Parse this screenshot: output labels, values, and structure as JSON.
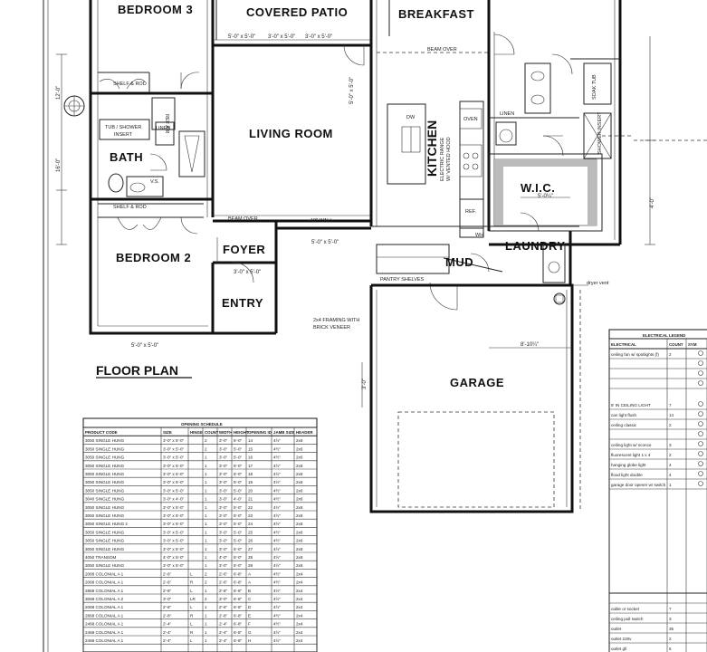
{
  "rooms": {
    "bedroom3": "BEDROOM 3",
    "covered_patio": "COVERED PATIO",
    "breakfast": "BREAKFAST",
    "living_room": "LIVING ROOM",
    "kitchen": "KITCHEN",
    "bath": "BATH",
    "wic": "W.I.C.",
    "bedroom2": "BEDROOM 2",
    "foyer": "FOYER",
    "entry": "ENTRY",
    "mud": "MUD",
    "laundry": "LAUNDRY",
    "garage": "GARAGE"
  },
  "labels": {
    "floor_plan": "FLOOR PLAN",
    "beam_over_top": "BEAM OVER",
    "beam_over_mid": "BEAM OVER",
    "wall_10": "10\" WALL",
    "framing": "2x4 FRAMING WITH",
    "brick_veneer": "BRICK VENEER",
    "pantry_shelves": "PANTRY SHELVES",
    "dryer_vent": "dryer vent",
    "shelf_rod_1": "SHELF & ROD",
    "shelf_rod_2": "SHELF & ROD",
    "linen_1": "LINEN",
    "linen_2": "LINEN",
    "tub_shower": "TUB / SHOWER",
    "insert": "INSERT",
    "ref_air": "REF AIR",
    "dw": "DW",
    "oven": "OVEN",
    "ref": "REF.",
    "electric_range": "ELECTRIC RANGE",
    "vented_hood": "W/ VENTED HOOD",
    "soak_tub": "SOAK TUB",
    "shower_insert": "SHOWER INSERT",
    "wic_dim": "5'-0¼\"",
    "garage_dim": "8'-10¼\"",
    "vs_label": "V.S.",
    "wh": "WH",
    "dims": {
      "d1": "5'-0\" x 5'-0\"",
      "d2": "3'-0\" x 5'-0\"",
      "d3": "3'-0\" x 5'-0\"",
      "d4": "5'-0\" x 5'-0\"",
      "d5": "3'-0\" x 5'-0\"",
      "d6": "5'-0\" x 5'-0\"",
      "d7": "12'-0\"",
      "d8": "16'-0\"",
      "d9": "4'-0\"",
      "d10": "3'-0\"",
      "d11": "5'-0\" x 5'-0\""
    }
  },
  "opening_schedule": {
    "title": "OPENING SCHEDULE",
    "columns": [
      "PRODUCT CODE",
      "SIZE",
      "HINGE",
      "COUNT",
      "WIDTH",
      "HEIGHT",
      "OPENING ID",
      "JAMB SIZE",
      "HEADER"
    ],
    "rows": [
      [
        "3050 SINGLE HUNG",
        "3'-0\" x 5'-0\"",
        "",
        "2",
        "3'-0\"",
        "5'-0\"",
        "14",
        "4½\"",
        "2x6"
      ],
      [
        "3050 SINGLE HUNG",
        "3'-0\" x 5'-0\"",
        "",
        "2",
        "3'-0\"",
        "5'-0\"",
        "15",
        "4½\"",
        "2x6"
      ],
      [
        "3050 SINGLE HUNG",
        "3'-0\" x 5'-0\"",
        "",
        "1",
        "3'-0\"",
        "5'-0\"",
        "16",
        "4½\"",
        "2x6"
      ],
      [
        "3050 SINGLE HUNG",
        "3'-0\" x 5'-0\"",
        "",
        "1",
        "3'-0\"",
        "5'-0\"",
        "17",
        "4½\"",
        "2x6"
      ],
      [
        "3050 SINGLE HUNG",
        "3'-0\" x 5'-0\"",
        "",
        "1",
        "3'-0\"",
        "5'-0\"",
        "18",
        "4½\"",
        "2x6"
      ],
      [
        "3050 SINGLE HUNG",
        "3'-0\" x 5'-0\"",
        "",
        "1",
        "3'-0\"",
        "5'-0\"",
        "19",
        "4½\"",
        "2x6"
      ],
      [
        "3050 SINGLE HUNG",
        "3'-0\" x 5'-0\"",
        "",
        "1",
        "3'-0\"",
        "5'-0\"",
        "20",
        "4½\"",
        "2x6"
      ],
      [
        "3040 SINGLE HUNG",
        "3'-0\" x 4'-0\"",
        "",
        "1",
        "3'-0\"",
        "4'-0\"",
        "21",
        "4½\"",
        "2x6"
      ],
      [
        "3050 SINGLE HUNG",
        "3'-0\" x 5'-0\"",
        "",
        "1",
        "3'-0\"",
        "5'-0\"",
        "22",
        "4½\"",
        "2x6"
      ],
      [
        "3050 SINGLE HUNG",
        "3'-0\" x 5'-0\"",
        "",
        "1",
        "3'-0\"",
        "5'-0\"",
        "23",
        "4½\"",
        "2x6"
      ],
      [
        "3050 SINGLE HUNG 2",
        "3'-0\" x 5'-0\"",
        "",
        "1",
        "3'-0\"",
        "5'-0\"",
        "24",
        "4½\"",
        "2x6"
      ],
      [
        "3050 SINGLE HUNG",
        "3'-0\" x 5'-0\"",
        "",
        "1",
        "3'-0\"",
        "5'-0\"",
        "25",
        "4½\"",
        "2x6"
      ],
      [
        "3050 SINGLE HUNG",
        "3'-0\" x 5'-0\"",
        "",
        "1",
        "3'-0\"",
        "5'-0\"",
        "26",
        "4½\"",
        "2x6"
      ],
      [
        "3050 SINGLE HUNG",
        "3'-0\" x 5'-0\"",
        "",
        "1",
        "3'-0\"",
        "5'-0\"",
        "27",
        "4½\"",
        "2x6"
      ],
      [
        "4050 TRANSOM",
        "4'-0\" x 5'-0\"",
        "",
        "1",
        "4'-0\"",
        "5'-0\"",
        "28",
        "4½\"",
        "2x6"
      ],
      [
        "3050 SINGLE HUNG",
        "3'-0\" x 5'-0\"",
        "",
        "1",
        "3'-0\"",
        "5'-0\"",
        "29",
        "4½\"",
        "2x6"
      ],
      [
        "2068 COLONIAL A 1",
        "2'-6\"",
        "L",
        "2",
        "2'-6\"",
        "6'-8\"",
        "A",
        "4½\"",
        "2x4"
      ],
      [
        "2068 COLONIAL A 1",
        "2'-6\"",
        "R",
        "2",
        "2'-6\"",
        "6'-8\"",
        "A",
        "4½\"",
        "2x4"
      ],
      [
        "2868 COLONIAL A 1",
        "2'-8\"",
        "L",
        "1",
        "2'-8\"",
        "6'-8\"",
        "B",
        "4½\"",
        "2x4"
      ],
      [
        "3068 COLONIAL A 2",
        "3'-0\"",
        "LR",
        "2",
        "3'-0\"",
        "6'-8\"",
        "C",
        "4½\"",
        "2x4"
      ],
      [
        "2068 COLONIAL A 1",
        "2'-6\"",
        "L",
        "1",
        "2'-6\"",
        "6'-8\"",
        "D",
        "4½\"",
        "2x4"
      ],
      [
        "2868 COLONIAL A 1",
        "2'-8\"",
        "R",
        "1",
        "2'-8\"",
        "6'-8\"",
        "E",
        "4½\"",
        "2x4"
      ],
      [
        "2468 COLONIAL A 1",
        "2'-4\"",
        "L",
        "1",
        "2'-4\"",
        "6'-8\"",
        "F",
        "4½\"",
        "2x4"
      ],
      [
        "2468 COLONIAL A 1",
        "2'-4\"",
        "R",
        "1",
        "2'-4\"",
        "6'-8\"",
        "G",
        "4½\"",
        "2x4"
      ],
      [
        "2468 COLONIAL A 1",
        "2'-4\"",
        "L",
        "1",
        "2'-4\"",
        "6'-8\"",
        "H",
        "4½\"",
        "2x4"
      ]
    ]
  },
  "electrical_legend": {
    "title": "ELECTRICAL LEGEND",
    "columns": [
      "ELECTRICAL",
      "COUNT",
      "SYM"
    ],
    "rows": [
      [
        "ceiling fan w/ spotlights (f)",
        "2"
      ],
      [
        "",
        ""
      ],
      [
        "",
        ""
      ],
      [
        "",
        ""
      ],
      [
        "8' IN CEILING LIGHT",
        "7"
      ],
      [
        "can light flush",
        "14"
      ],
      [
        "ceiling classic",
        "2"
      ],
      [
        "",
        ""
      ],
      [
        "ceiling light w/ sconce",
        "3"
      ],
      [
        "fluorescent light 1 x 4",
        "2"
      ],
      [
        "hanging globe light",
        "4"
      ],
      [
        "flood light double",
        "4"
      ],
      [
        "garage door opener w/ switch",
        "1"
      ]
    ],
    "bottom_rows": [
      [
        "",
        ""
      ],
      [
        "cable or socket",
        "7"
      ],
      [
        "ceiling pull switch",
        "3"
      ],
      [
        "outlet",
        "35"
      ],
      [
        "outlet 220v",
        "2"
      ],
      [
        "outlet gfi",
        "6"
      ]
    ]
  }
}
